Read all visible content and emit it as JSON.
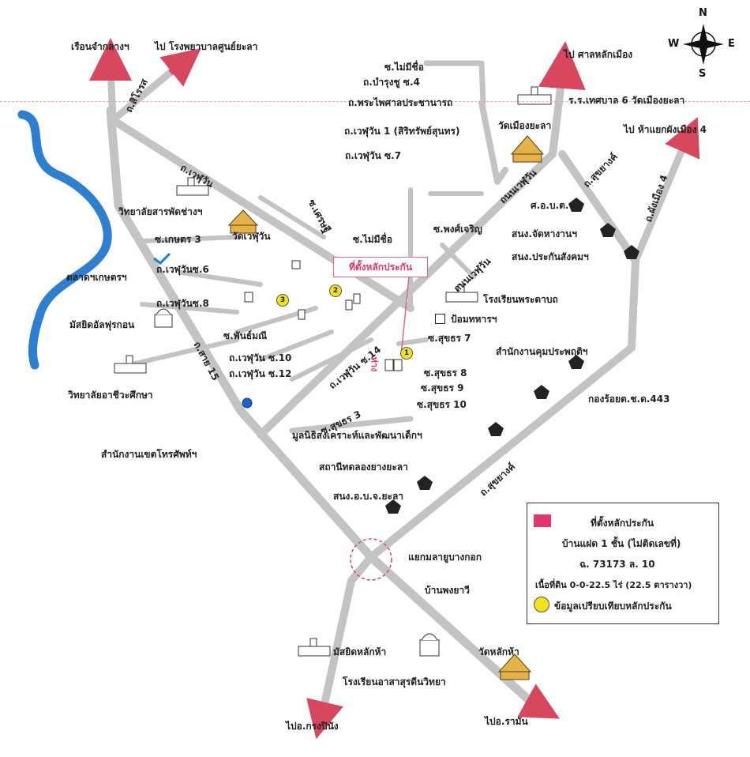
{
  "compass": {
    "n": "N",
    "s": "S",
    "e": "E",
    "w": "W"
  },
  "subject_label": "ที่ตั้งหลักประกัน",
  "subject_mark": "ห่าง",
  "road_labels": {
    "chom_rob_1": "ซ.ไม่มีชื่อ",
    "bumrung_4": "ถ.บำรุงชู ซ.4",
    "phraphisan": "ถ.พระไพศาลประชานารถ",
    "wephuwan1": "ถ.เวฬุวัน 1 (สิริทรัพย์สุนทร)",
    "wephuwan7": "ถ.เวฬุวัน ซ.7",
    "phongcharoen": "ซ.พงศ์เจริญ",
    "no_name_2": "ซ.ไม่มีชื่อ",
    "kaset3": "ซ.เกษตร 3",
    "wephuwan6": "ถ.เวฬุวันซ.6",
    "wephuwan8": "ถ.เวฬุวันซ.8",
    "phanthamani": "ซ.พันธ์มณี",
    "wephuwan10": "ถ.เวฬุวัน ซ.10",
    "wephuwan12": "ถ.เวฬุวัน ซ.12",
    "wephuwan14": "ถ.เวฬุวัน ซ.14",
    "sukhon7": "ซ.สุขธร 7",
    "sukhon8": "ซ.สุขธร 8",
    "sukhon9": "ซ.สุขธร 9",
    "sukhon10": "ซ.สุขธร 10",
    "sukhon3": "ซ.สุขธร 3",
    "wephuwan_main": "ถ.เวฬุวัน",
    "wephuwan_road": "ถนนเวฬุวัน",
    "wephuwan_road2": "ถนนเวฬุวัน",
    "sukhayang": "ถ.สุขยางค์",
    "sukhayang2": "ถ.สุขยางค์",
    "phangmueang4": "ถ.ผังเมือง 4",
    "sirot": "ถ.สิโรรส",
    "sai15": "ถ.สาย 15",
    "settee": "ซ.เศรษฐี"
  },
  "place_labels": {
    "prison": "เรือนจำกลางฯ",
    "hospital": "ไป โรงพยาบาลศูนย์ยะลา",
    "to_lakmueang": "ไป ศาลหลักเมือง",
    "school6": "ร.ร.เทศบาล 6 วัดเมืองยะลา",
    "wat_mueang": "วัดเมืองยะลา",
    "to_phangmueang": "ไป ห้าแยกผังเมือง 4",
    "tech_college": "วิทยาลัยสารพัดช่างฯ",
    "wat_wephuwan": "วัดเวฬุวัน",
    "talat": "ตลาดฯเกษตรฯ",
    "mosque": "มัสยิดอัลฟุรกอน",
    "voc_college": "วิทยาลัยอาชีวะศึกษา",
    "telecom": "สำนักงานเขตโทรศัพท์ฯ",
    "ortt": "ศ.อ.บ.ต.",
    "labor": "สนง.จัดหางานฯ",
    "social": "สนง.ประกันสังคมฯ",
    "phrakhabot": "โรงเรียนพระดาบถ",
    "pomm": "ป้อมทหารฯ",
    "probation": "สำนักงานคุมประพฤติฯ",
    "battalion": "กองร้อยต.ช.ด.443",
    "foundation": "มูลนิธิสงเคราะห์และพัฒนาเด็กฯ",
    "rubber": "สถานีทดลองยางยะลา",
    "sorbo": "สนง.อ.บ.จ.ยะลา",
    "junction": "แยกมลายูบางกอก",
    "ban_phong": "บ้านพงยาวี",
    "mosque2": "มัสยิดหลักห้า",
    "wat_lakha": "วัดหลักห้า",
    "asa_school": "โรงเรียนอาสาสุรดีนวิทยา",
    "to_krong": "ไปอ.กรงปินัง",
    "to_raman": "ไปอ.รามัน"
  },
  "markers": [
    "1",
    "2",
    "3"
  ],
  "legend": {
    "title": "ที่ตั้งหลักประกัน",
    "line1": "บ้านแฝด 1 ชั้น (ไม่ติดเลขที่)",
    "line2": "ฉ. 73173  ล. 10",
    "line3": "เนื้อที่ดิน 0-0-22.5 ไร่ (22.5 ตารางวา)",
    "line4": "ข้อมูลเปรียบเทียบหลักประกัน"
  },
  "colors": {
    "road": "#c3c3c3",
    "river": "#2f7fd0",
    "subject": "#e0386a",
    "comparable": "#f1e21b",
    "arrow": "#d7475d"
  }
}
